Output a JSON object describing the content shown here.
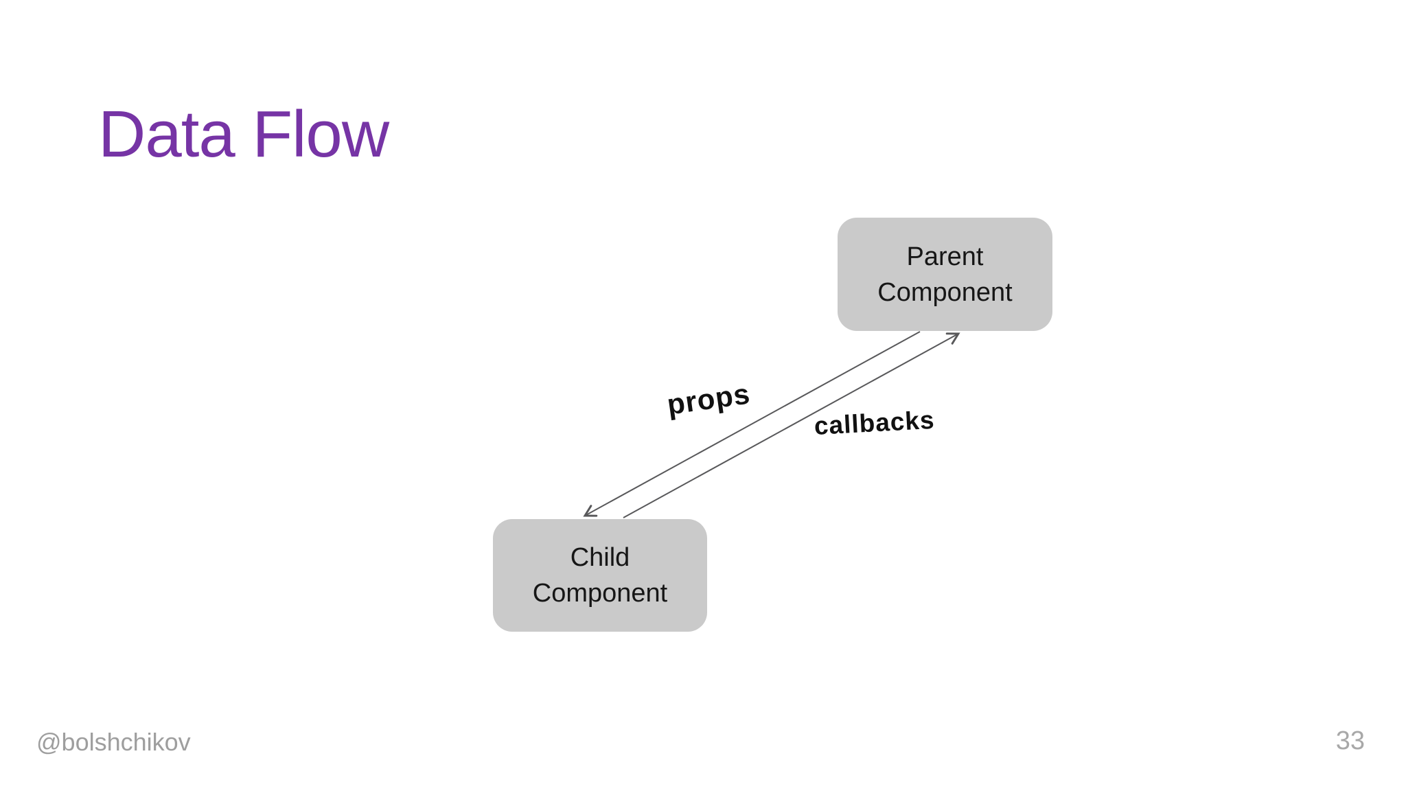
{
  "slide": {
    "title": "Data Flow",
    "footer": {
      "handle": "@bolshchikov",
      "page_number": "33"
    }
  },
  "diagram": {
    "nodes": [
      {
        "id": "parent",
        "lines": [
          "Parent",
          "Component"
        ]
      },
      {
        "id": "child",
        "lines": [
          "Child",
          "Component"
        ]
      }
    ],
    "edges": [
      {
        "label": "props",
        "from": "parent",
        "to": "child",
        "direction": "parent-to-child"
      },
      {
        "label": "callbacks",
        "from": "child",
        "to": "parent",
        "direction": "child-to-parent"
      }
    ]
  },
  "colors": {
    "background": "#ffffff",
    "title": "#7634a5",
    "node_fill": "#cacaca",
    "node_text": "#161616",
    "arrow": "#58585a",
    "edge_label": "#111111",
    "footer_text": "#9e9e9e"
  }
}
